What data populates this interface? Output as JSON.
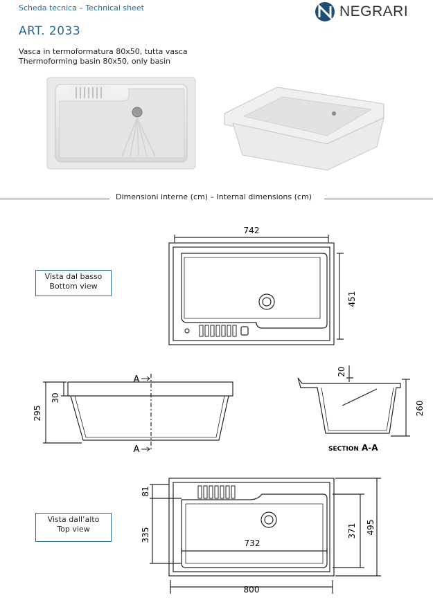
{
  "header": {
    "subtitle": "Scheda tecnica – Technical sheet",
    "article": "ART. 2033",
    "description_it": "Vasca in termoformatura 80x50, tutta vasca",
    "description_en": "Thermoforming basin 80x50, only basin",
    "logo_text": "NEGRARI"
  },
  "section_title": "Dimensioni interne (cm) – Internal dimensions (cm)",
  "views": {
    "bottom": {
      "label_it": "Vista dal basso",
      "label_en": "Bottom view"
    },
    "top": {
      "label_it": "Vista dall’alto",
      "label_en": "Top view"
    }
  },
  "dimensions": {
    "bottom_width": "742",
    "bottom_depth": "451",
    "side_total_height": "295",
    "side_rim": "30",
    "section_rim": "20",
    "section_height": "260",
    "section_label_prefix": "SECTION",
    "section_label_id": "A-A",
    "section_mark": "A",
    "top_back": "81",
    "top_basin": "335",
    "top_inner_depth": "371",
    "top_total_depth": "495",
    "top_inner_width": "732",
    "top_total_width": "800"
  },
  "colors": {
    "accent": "#2a6a8e",
    "line": "#222222"
  }
}
